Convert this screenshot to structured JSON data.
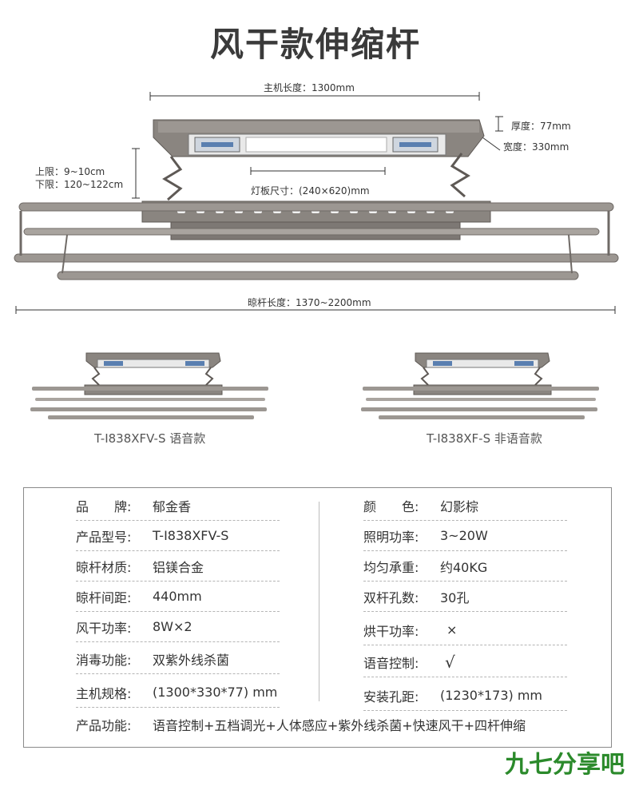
{
  "title": "风干款伸缩杆",
  "dimensions": {
    "host_length": "主机长度：1300mm",
    "thickness": "厚度：77mm",
    "width": "宽度：330mm",
    "upper_limit": "上限：9~10cm",
    "lower_limit": "下限：120~122cm",
    "panel_size": "灯板尺寸：(240×620)mm",
    "rod_length": "晾杆长度：1370~2200mm"
  },
  "variants": [
    {
      "label": "T-I838XFV-S 语音款"
    },
    {
      "label": "T-I838XF-S 非语音款"
    }
  ],
  "specs": {
    "left": [
      {
        "key": "品　　牌:",
        "value": "郁金香"
      },
      {
        "key": "产品型号:",
        "value": "T-I838XFV-S"
      },
      {
        "key": "晾杆材质:",
        "value": "铝镁合金"
      },
      {
        "key": "晾杆间距:",
        "value": "440mm"
      },
      {
        "key": "风干功率:",
        "value": "8W×2"
      },
      {
        "key": "消毒功能:",
        "value": "双紫外线杀菌"
      },
      {
        "key": "主机规格:",
        "value": "(1300*330*77) mm"
      }
    ],
    "right": [
      {
        "key": "颜　　色:",
        "value": "幻影棕"
      },
      {
        "key": "照明功率:",
        "value": "3~20W"
      },
      {
        "key": "均匀承重:",
        "value": "约40KG"
      },
      {
        "key": "双杆孔数:",
        "value": "30孔"
      },
      {
        "key": "烘干功率:",
        "value": "×"
      },
      {
        "key": "语音控制:",
        "value": "√"
      },
      {
        "key": "安装孔距:",
        "value": "(1230*173) mm"
      }
    ],
    "function": {
      "key": "产品功能:",
      "value": "语音控制+五档调光+人体感应+紫外线杀菌+快速风干+四杆伸缩"
    }
  },
  "watermark": "九七分享吧",
  "colors": {
    "frame": "#8a8580",
    "frame_dark": "#6f6a66",
    "uv": "#5a7fb0",
    "watermark": "#2b8a2b"
  }
}
